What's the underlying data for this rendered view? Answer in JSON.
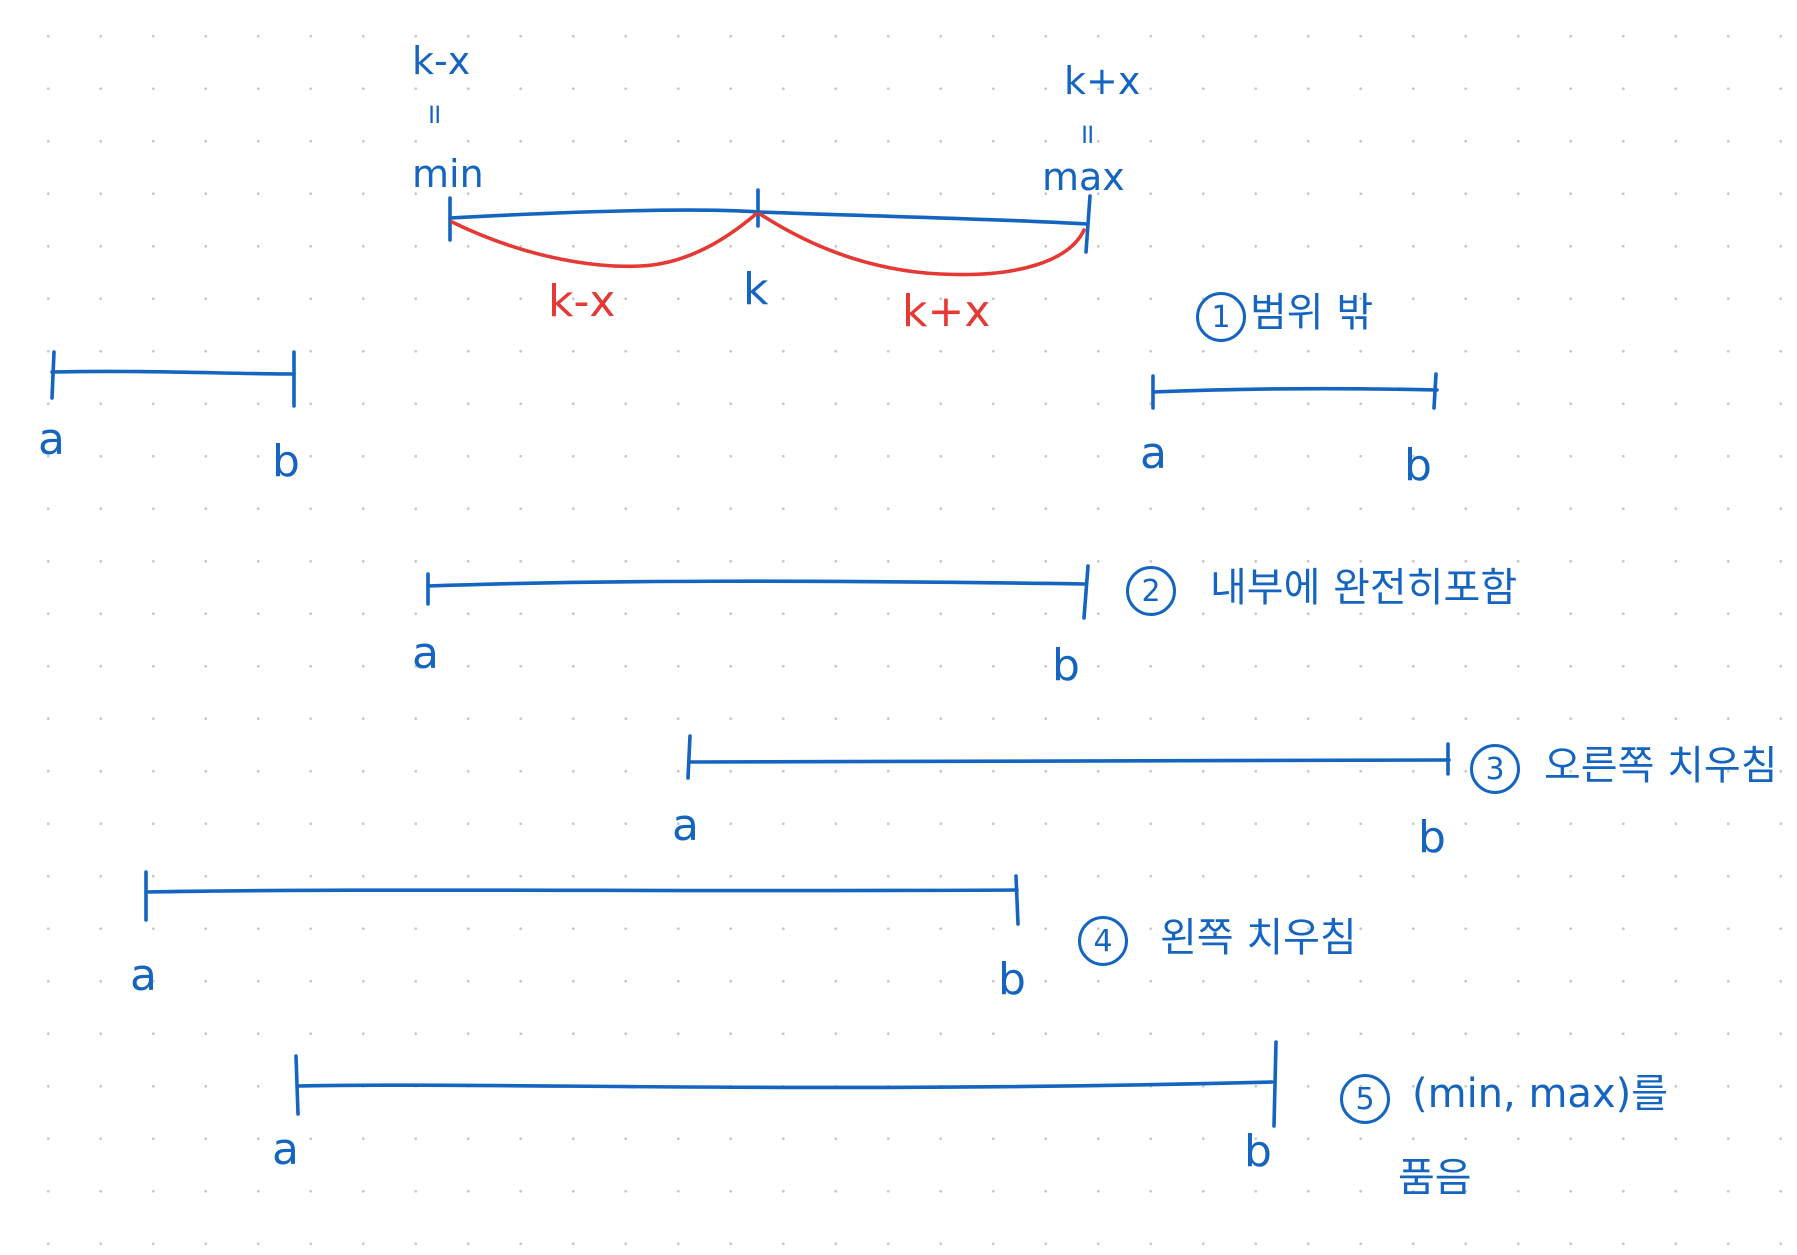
{
  "colors": {
    "blue": "#1565c0",
    "red": "#e53935",
    "dot": "#c9c9c9"
  },
  "top_line": {
    "left_top": "k-x",
    "left_eq": "॥",
    "left_bottom": "min",
    "right_top": "k+x",
    "right_eq": "॥",
    "right_bottom": "max",
    "mid": "k",
    "left_arc": "k-x",
    "right_arc": "k+x"
  },
  "cases": [
    {
      "num": "1",
      "label": "범위 밖",
      "a": "a",
      "b": "b",
      "a_left": "a",
      "b_left": "b"
    },
    {
      "num": "2",
      "label": "내부에 완전히포함",
      "a": "a",
      "b": "b"
    },
    {
      "num": "3",
      "label": "오른쪽 치우침",
      "a": "a",
      "b": "b"
    },
    {
      "num": "4",
      "label": "왼쪽 치우침",
      "a": "a",
      "b": "b"
    },
    {
      "num": "5",
      "label_line1": "(min, max)를",
      "label_line2": "품음",
      "a": "a",
      "b": "b"
    }
  ]
}
